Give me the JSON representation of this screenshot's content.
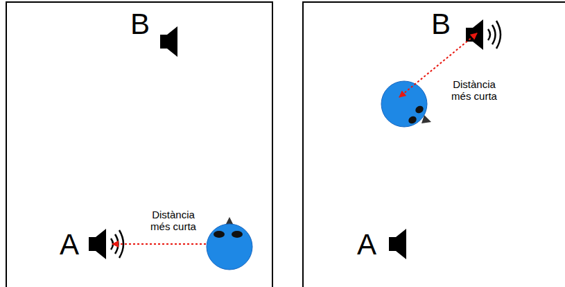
{
  "diagram": {
    "labels": [
      "B",
      "Distància més curta",
      "A",
      "B",
      "Distància més curta",
      "A"
    ]
  }
}
